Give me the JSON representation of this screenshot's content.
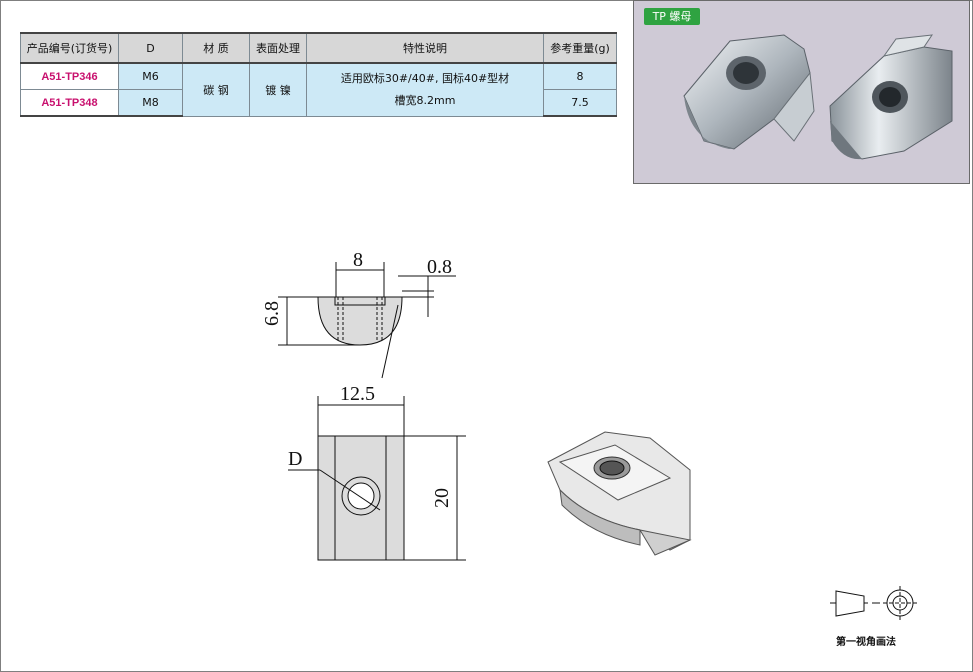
{
  "table": {
    "headers": [
      "产品编号(订货号)",
      "D",
      "材 质",
      "表面处理",
      "特性说明",
      "参考重量(g)"
    ],
    "rows": [
      {
        "code": "A51-TP346",
        "d": "M6",
        "weight": "8"
      },
      {
        "code": "A51-TP348",
        "d": "M8",
        "weight": "7.5"
      }
    ],
    "material": "碳 钢",
    "surface": "镀 镍",
    "note_line1": "适用欧标30#/40#, 国标40#型材",
    "note_line2": "槽宽8.2mm"
  },
  "photo": {
    "badge": "TP 螺母"
  },
  "drawing": {
    "dims": {
      "width_top": "8",
      "thickness": "0.8",
      "height": "6.8",
      "width": "12.5",
      "length": "20",
      "thread": "D"
    }
  },
  "projection_method": "第一视角画法",
  "colors": {
    "code_text": "#c8106e",
    "table_header_bg": "#d7d7d7",
    "table_row_bg": "#cde9f6",
    "badge_bg": "#2fa341",
    "photo_bg": "#cfcad6"
  }
}
